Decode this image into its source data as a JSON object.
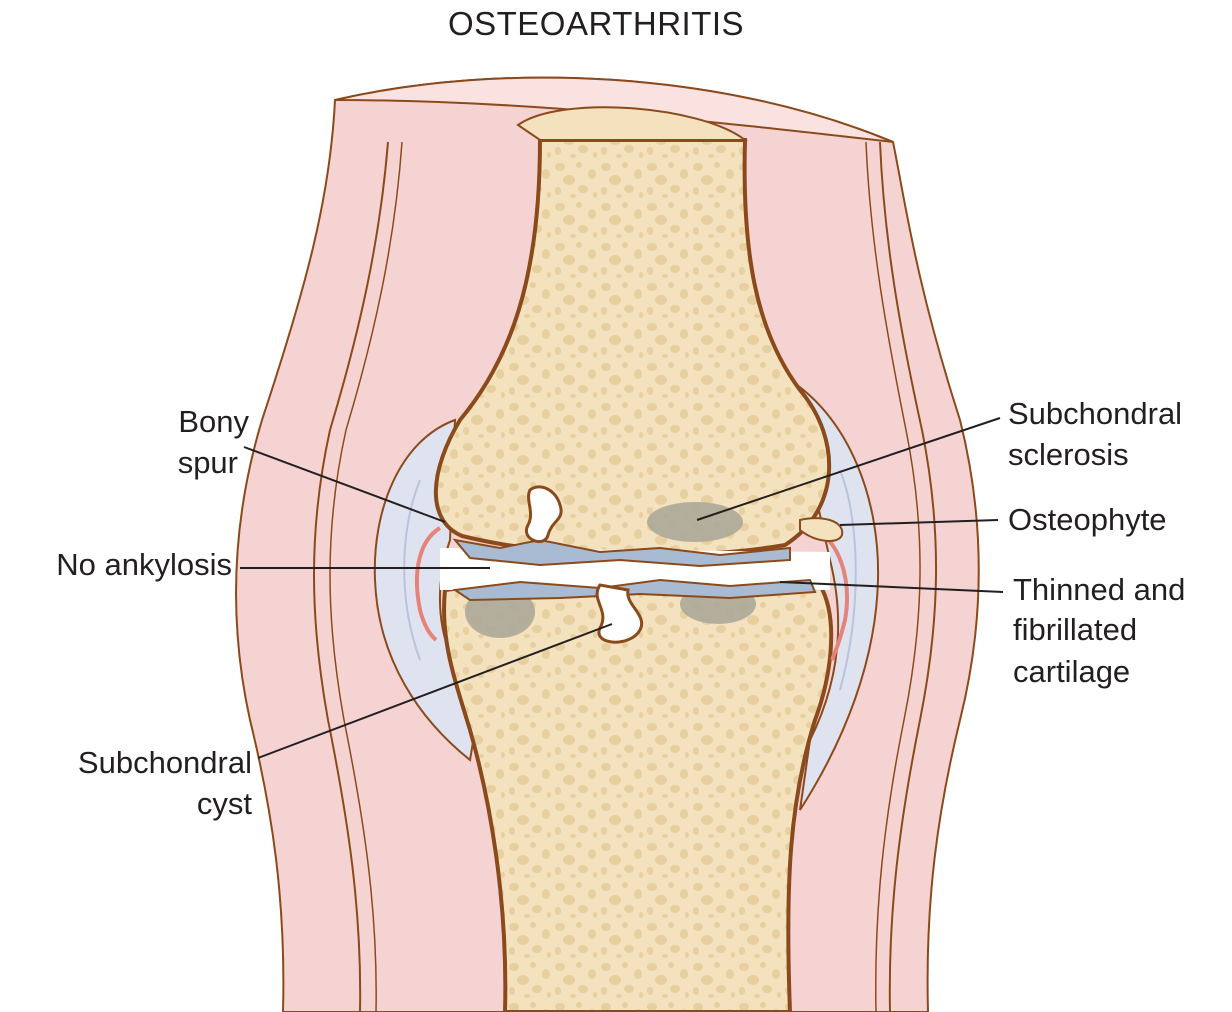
{
  "title": "OSTEOARTHRITIS",
  "labels": {
    "bony_spur": [
      "Bony",
      "spur"
    ],
    "no_ankylosis": [
      "No ankylosis"
    ],
    "subchondral_cyst": [
      "Subchondral",
      "cyst"
    ],
    "subchondral_sclerosis": [
      "Subchondral",
      "sclerosis"
    ],
    "osteophyte": [
      "Osteophyte"
    ],
    "thinned_cartilage": [
      "Thinned and",
      "fibrillated",
      "cartilage"
    ]
  },
  "colors": {
    "soft_tissue": "#f6d3d3",
    "soft_tissue_edge": "#f9e2e0",
    "bone": "#f3e2bd",
    "bone_outline": "#8b4a1c",
    "trabecular_pores": "#e7cf9f",
    "capsule": "#dfe3ef",
    "cartilage": "#a9bbd3",
    "sclerosis": "#a8a698",
    "osteophyte_rim": "#e5837a"
  }
}
